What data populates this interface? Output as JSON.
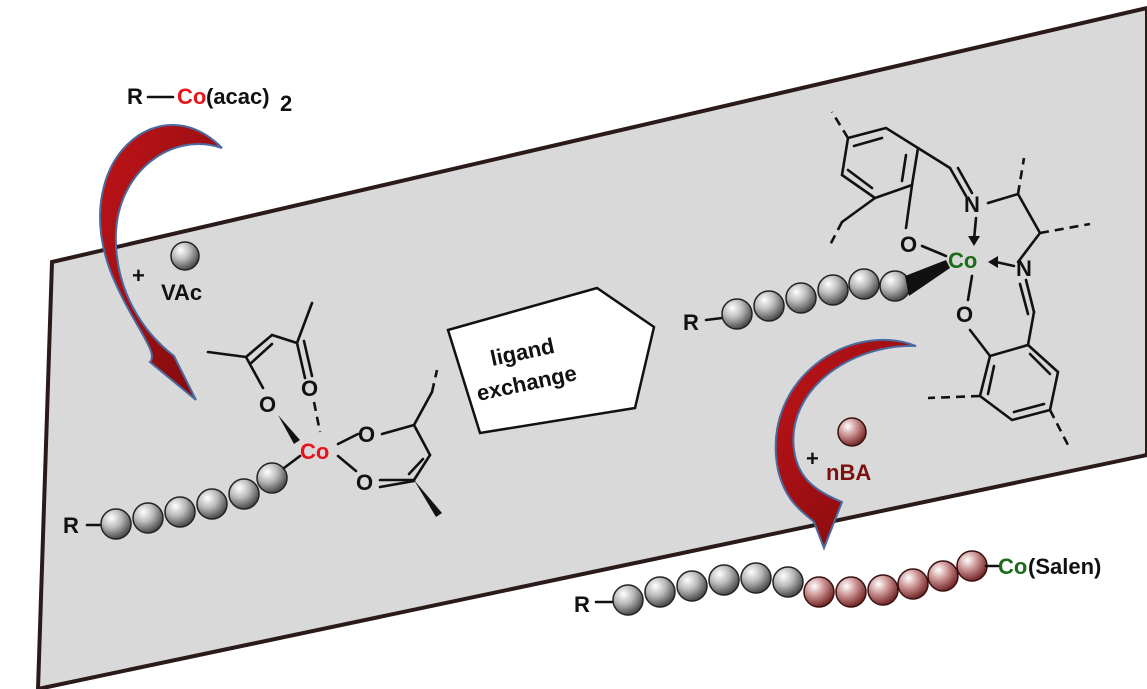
{
  "colors": {
    "plane_fill": "#d8d8d8",
    "plane_edge": "#2a1a1a",
    "cobalt_acac": "#e8141c",
    "cobalt_salen": "#1a6b1a",
    "nba_label": "#7a1010",
    "arrow_fill": "#9b0f12",
    "arrow_edge": "#4a6aa0",
    "vac_bead": "#9a9a9a",
    "nba_bead": "#b87878"
  },
  "top_reagent": {
    "r": "R",
    "co": "Co",
    "ligand": "(acac)",
    "subscript": "2"
  },
  "vac_addition": {
    "plus": "+",
    "monomer": "VAc"
  },
  "acac_complex": {
    "r": "R",
    "co": "Co",
    "o_top_left": "O",
    "o_top_right": "O",
    "o_right_upper": "O",
    "o_right_lower": "O"
  },
  "ligand_exchange": {
    "line1": "ligand",
    "line2": "exchange"
  },
  "salen_complex": {
    "r": "R",
    "co": "Co",
    "n_upper": "N",
    "n_lower": "N",
    "o_upper": "O",
    "o_lower": "O"
  },
  "nba_addition": {
    "plus": "+",
    "monomer": "nBA"
  },
  "final_product": {
    "r": "R",
    "co": "Co",
    "ligand": "(Salen)"
  }
}
